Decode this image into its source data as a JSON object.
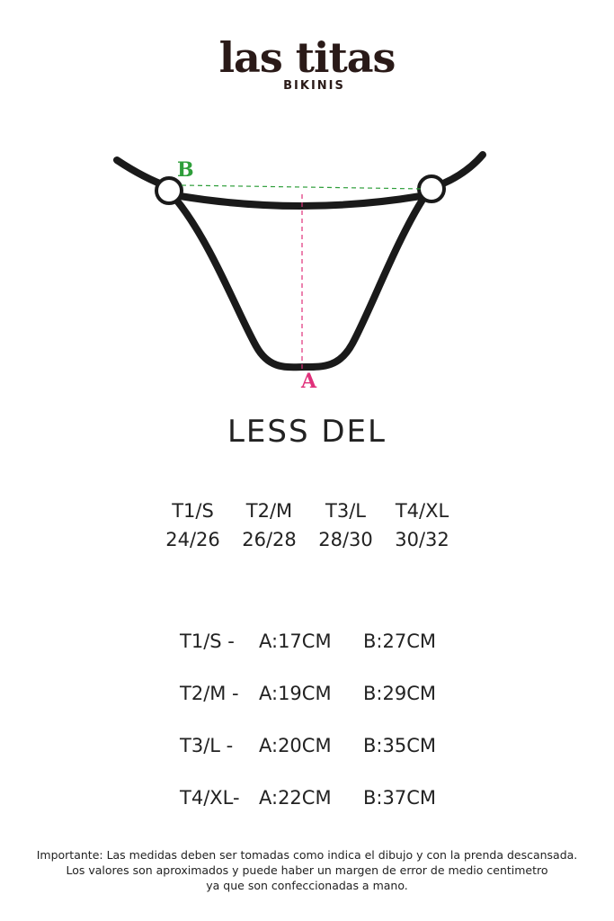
{
  "brand": {
    "name": "las titas",
    "subtitle": "BIKINIS"
  },
  "diagram": {
    "label_a": "A",
    "label_b": "B",
    "colors": {
      "outline": "#1a1a1a",
      "label_a": "#e0307a",
      "label_b": "#2e9e3a"
    }
  },
  "product": {
    "title": "LESS DEL"
  },
  "sizes": {
    "headers": [
      "T1/S",
      "T2/M",
      "T3/L",
      "T4/XL"
    ],
    "ranges": [
      "24/26",
      "26/28",
      "28/30",
      "30/32"
    ]
  },
  "measurements": [
    {
      "size": "T1/S -",
      "a": "A:17CM",
      "b": "B:27CM"
    },
    {
      "size": "T2/M -",
      "a": "A:19CM",
      "b": "B:29CM"
    },
    {
      "size": "T3/L -",
      "a": "A:20CM",
      "b": "B:35CM"
    },
    {
      "size": "T4/XL-",
      "a": "A:22CM",
      "b": "B:37CM"
    }
  ],
  "note": {
    "line1": "Importante: Las medidas deben ser tomadas como indica el dibujo y con la prenda descansada.",
    "line2": "Los valores son aproximados y puede haber un margen de error de medio centimetro",
    "line3": "ya que son confeccionadas a mano."
  }
}
